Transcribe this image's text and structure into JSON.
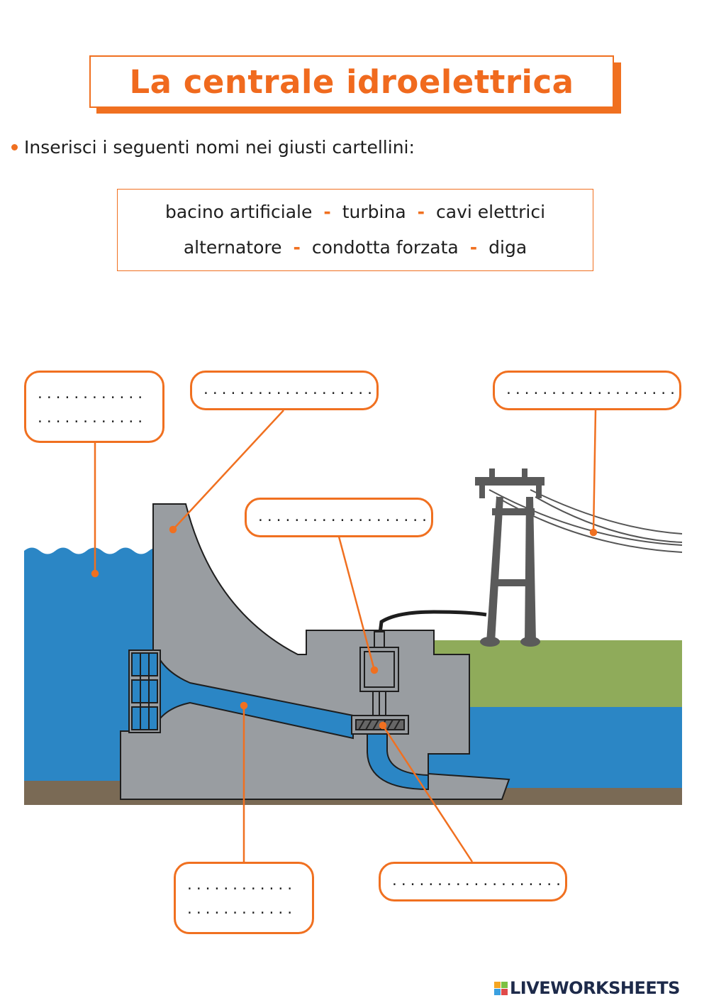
{
  "title": "La centrale idroelettrica",
  "instruction": "Inserisci i seguenti nomi nei giusti cartellini:",
  "word_bank": {
    "row1": [
      "bacino artificiale",
      "turbina",
      "cavi elettrici"
    ],
    "row2": [
      "alternatore",
      "condotta forzata",
      "diga"
    ],
    "separator": "-"
  },
  "label_boxes": {
    "reservoir": {
      "line1": "............",
      "line2": "............"
    },
    "dam": {
      "line1": "..................."
    },
    "cables": {
      "line1": "..................."
    },
    "alternator": {
      "line1": "..................."
    },
    "penstock": {
      "line1": "............",
      "line2": "............"
    },
    "turbine": {
      "line1": "..................."
    }
  },
  "logo": {
    "text": "LIVEWORKSHEETS"
  },
  "colors": {
    "accent": "#f07020",
    "water": "#2b86c5",
    "dam": "#999da1",
    "grass": "#8fab5a",
    "ground": "#7a6a55",
    "pylon": "#5a5a5a"
  }
}
